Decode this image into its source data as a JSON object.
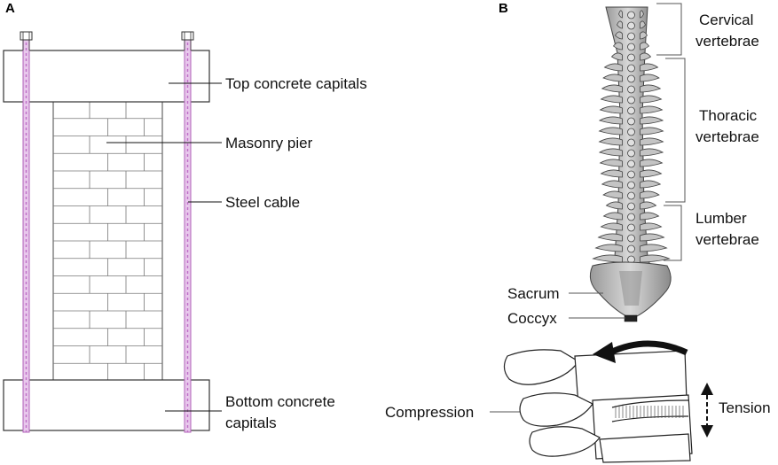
{
  "panel_a": {
    "letter": "A",
    "labels": {
      "top_capitals": "Top concrete capitals",
      "pier": "Masonry pier",
      "cable": "Steel cable",
      "bottom_line1": "Bottom concrete",
      "bottom_line2": "capitals"
    }
  },
  "panel_b": {
    "letter": "B",
    "labels": {
      "cervical_line1": "Cervical",
      "cervical_line2": "vertebrae",
      "thoracic_line1": "Thoracic",
      "thoracic_line2": "vertebrae",
      "lumber_line1": "Lumber",
      "lumber_line2": "vertebrae",
      "sacrum": "Sacrum",
      "coccyx": "Coccyx",
      "compression": "Compression",
      "tension": "Tension"
    }
  },
  "colors": {
    "cable": "#c070c8",
    "bone": "#b8b8b8",
    "outline": "#333333"
  }
}
